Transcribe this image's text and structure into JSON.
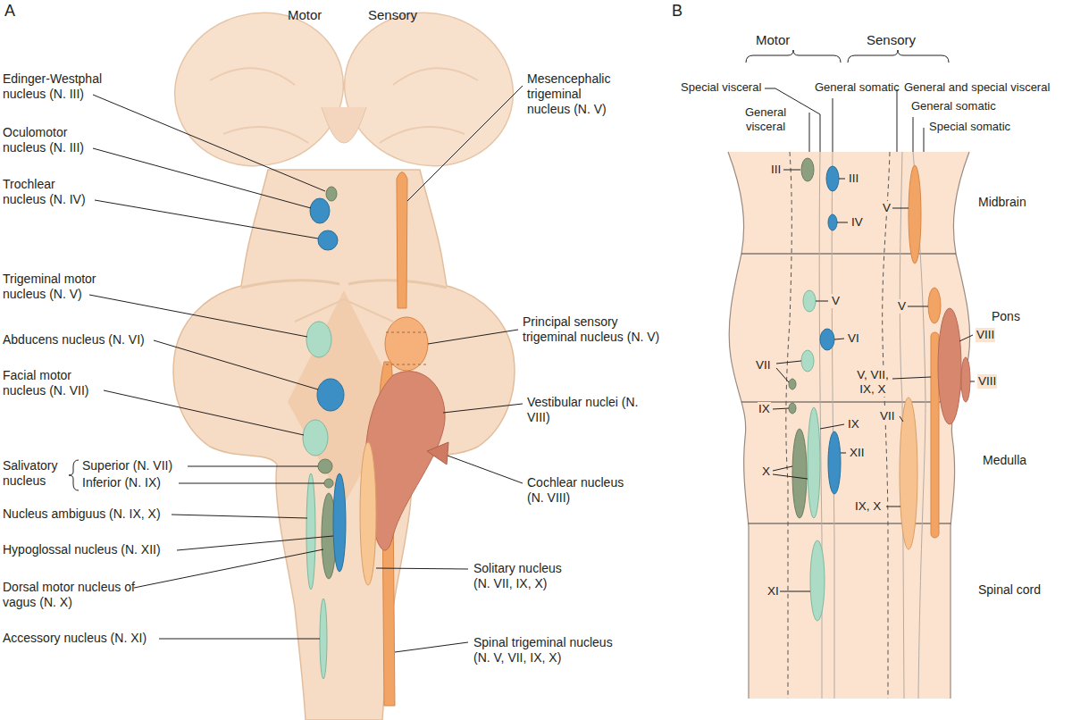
{
  "diagram": {
    "labels": [
      "A",
      "Motor",
      "Sensory",
      "Edinger-Westphal nucleus (N. III)",
      "Oculomotor nucleus (N. III)",
      "Trochlear nucleus (N. IV)",
      "Trigeminal motor nucleus (N. V)",
      "Abducens nucleus (N. VI)",
      "Facial motor nucleus (N. VII)",
      "Salivatory nucleus",
      "Superior (N. VII)",
      "Inferior (N. IX)",
      "Nucleus ambiguus (N. IX, X)",
      "Hypoglossal nucleus (N. XII)",
      "Dorsal motor nucleus of vagus (N. X)",
      "Accessory nucleus (N. XI)",
      "Mesencephalic trigeminal nucleus (N. V)",
      "Principal sensory trigeminal nucleus (N. V)",
      "Vestibular nuclei (N. VIII)",
      "Cochlear nucleus (N. VIII)",
      "Solitary nucleus (N. VII, IX, X)",
      "Spinal trigeminal nucleus (N. V, VII, IX, X)",
      "B",
      "Motor",
      "Sensory",
      "Special visceral",
      "General visceral",
      "General somatic",
      "General and special visceral",
      "General somatic",
      "Special somatic",
      "Midbrain",
      "Pons",
      "Medulla",
      "Spinal cord",
      "III",
      "III",
      "IV",
      "V",
      "VI",
      "VII",
      "IX",
      "IX",
      "X",
      "XII",
      "XI",
      "V",
      "V",
      "VIII",
      "VIII",
      "V, VII, IX, X",
      "VII",
      "IX, X"
    ]
  }
}
